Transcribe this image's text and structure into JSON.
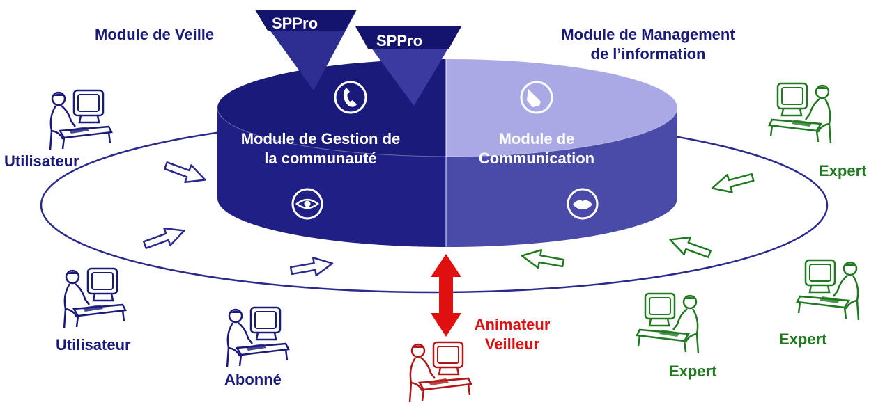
{
  "colors": {
    "navy": "#1a1a7a",
    "navy_dark": "#14146e",
    "lavender": "#a9a9e6",
    "green": "#1f7a1f",
    "red": "#e01010",
    "ring": "#2a2a8c"
  },
  "labels": {
    "module_veille": "Module de Veille",
    "module_management_1": "Module de Management",
    "module_management_2": "de l’information",
    "sppro_1": "SPPro",
    "sppro_2": "SPPro",
    "gestion_1": "Module de Gestion de",
    "gestion_2": "la communauté",
    "communication_1": "Module de",
    "communication_2": "Communication",
    "utilisateur_top": "Utilisateur",
    "utilisateur_bottom": "Utilisateur",
    "abonne": "Abonné",
    "animateur": "Animateur",
    "veilleur": "Veilleur",
    "expert_right_top": "Expert",
    "expert_right_bottom": "Expert",
    "expert_bottom": "Expert"
  },
  "icons": {
    "module_top_left": "phone-icon",
    "module_top_right": "pointing-hand-icon",
    "module_bottom_left": "eye-icon",
    "module_bottom_right": "lips-icon",
    "persons": "person-at-computer-icon"
  }
}
